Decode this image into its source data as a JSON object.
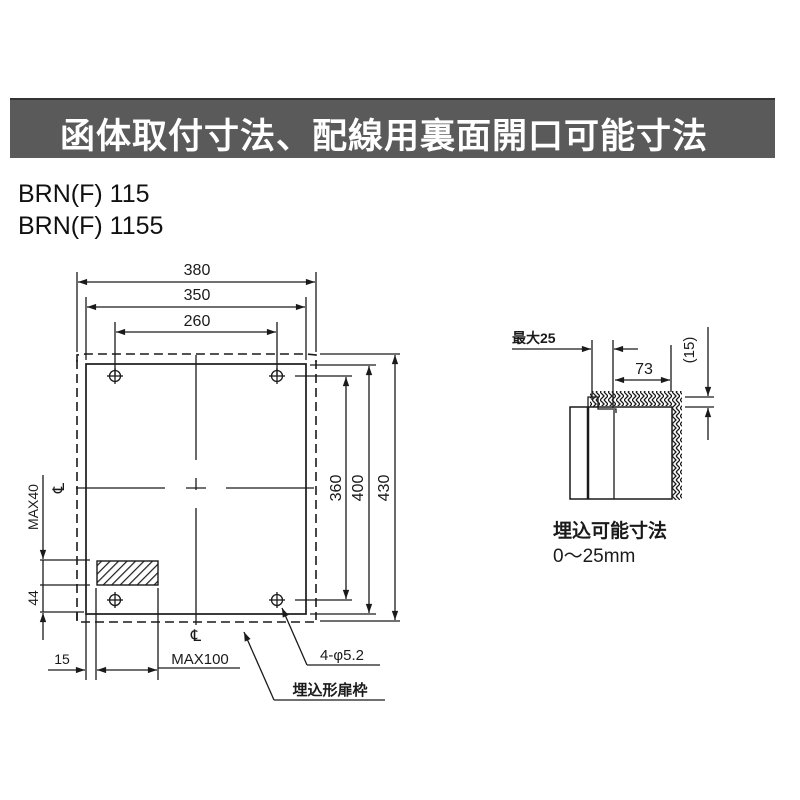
{
  "header": {
    "title": "函体取付寸法、配線用裏面開口可能寸法",
    "background_color": "#5a5a5a",
    "text_color": "#ffffff"
  },
  "models": [
    "BRN(F) 115",
    "BRN(F) 1155"
  ],
  "front_view": {
    "dimensions": {
      "outer_width": "380",
      "box_width": "350",
      "hole_pitch_horizontal": "260",
      "hole_pitch_vertical": "360",
      "box_height": "400",
      "outer_height": "430",
      "max_opening_height": "MAX40",
      "opening_offset_bottom": "44",
      "frame_margin_left": "15",
      "max_opening_width": "MAX100"
    },
    "centerline_symbol": "℄",
    "hole_callout": "4-φ5.2",
    "frame_callout": "埋込形扉枠"
  },
  "side_view": {
    "dimensions": {
      "max_depth": "最大25",
      "depth": "73",
      "top_offset": "(15)"
    },
    "caption_title": "埋込可能寸法",
    "caption_range": "0〜25mm"
  }
}
